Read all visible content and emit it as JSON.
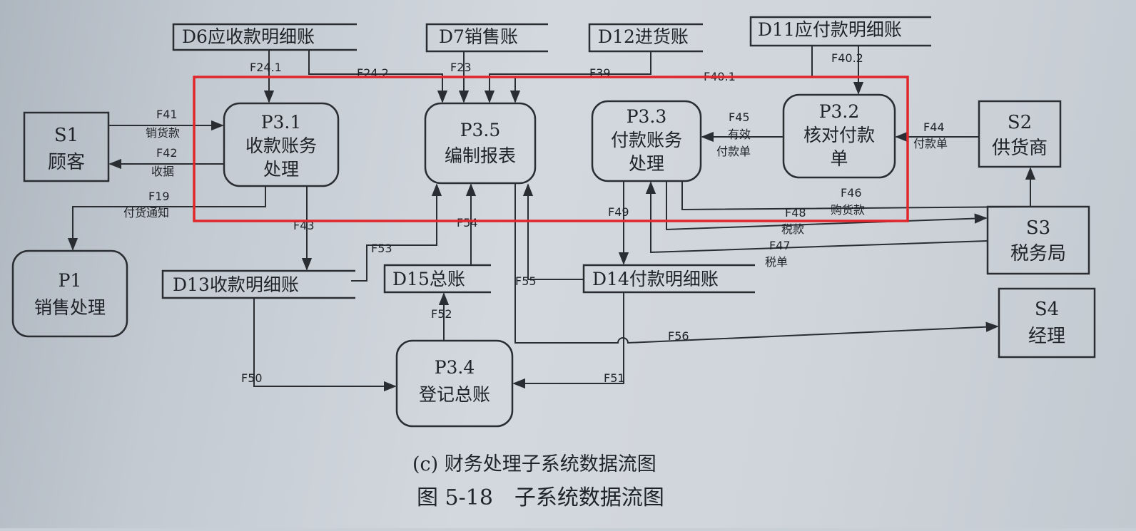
{
  "external_entities": {
    "s1": {
      "id": "S1",
      "name": "顾客"
    },
    "s2": {
      "id": "S2",
      "name": "供货商"
    },
    "s3": {
      "id": "S3",
      "name": "税务局"
    },
    "s4": {
      "id": "S4",
      "name": "经理"
    }
  },
  "processes": {
    "p1": {
      "id": "P1",
      "line1": "销售处理",
      "line2": ""
    },
    "p31": {
      "id": "P3.1",
      "line1": "收款账务",
      "line2": "处理"
    },
    "p32": {
      "id": "P3.2",
      "line1": "核对付款",
      "line2": "单"
    },
    "p33": {
      "id": "P3.3",
      "line1": "付款账务",
      "line2": "处理"
    },
    "p34": {
      "id": "P3.4",
      "line1": "登记总账",
      "line2": ""
    },
    "p35": {
      "id": "P3.5",
      "line1": "编制报表",
      "line2": ""
    }
  },
  "data_stores": {
    "d6": "D6应收款明细账",
    "d7": "D7销售账",
    "d12": "D12进货账",
    "d11": "D11应付款明细账",
    "d13": "D13收款明细账",
    "d15": "D15总账",
    "d14": "D14付款明细账"
  },
  "flows": {
    "f24_1": "F24.1",
    "f24_2": "F24.2",
    "f23": "F23",
    "f39": "F39",
    "f40_1": "F40.1",
    "f40_2": "F40.2",
    "f41": "F41",
    "f41_name": "销货款",
    "f42": "F42",
    "f42_name": "收据",
    "f19": "F19",
    "f19_name": "付货通知",
    "f43": "F43",
    "f53": "F53",
    "f54": "F54",
    "f55": "F55",
    "f49": "F49",
    "f45": "F45",
    "f45_name1": "有效",
    "f45_name2": "付款单",
    "f44": "F44",
    "f44_name": "付款单",
    "f46": "F46",
    "f46_name": "购货款",
    "f48": "F48",
    "f48_name": "税款",
    "f47": "F47",
    "f47_name": "税单",
    "f52": "F52",
    "f50": "F50",
    "f51": "F51",
    "f56": "F56"
  },
  "caption": {
    "sub": "(c) 财务处理子系统数据流图",
    "main": "图 5-18　子系统数据流图"
  },
  "highlight": {
    "color": "#e0262b"
  }
}
